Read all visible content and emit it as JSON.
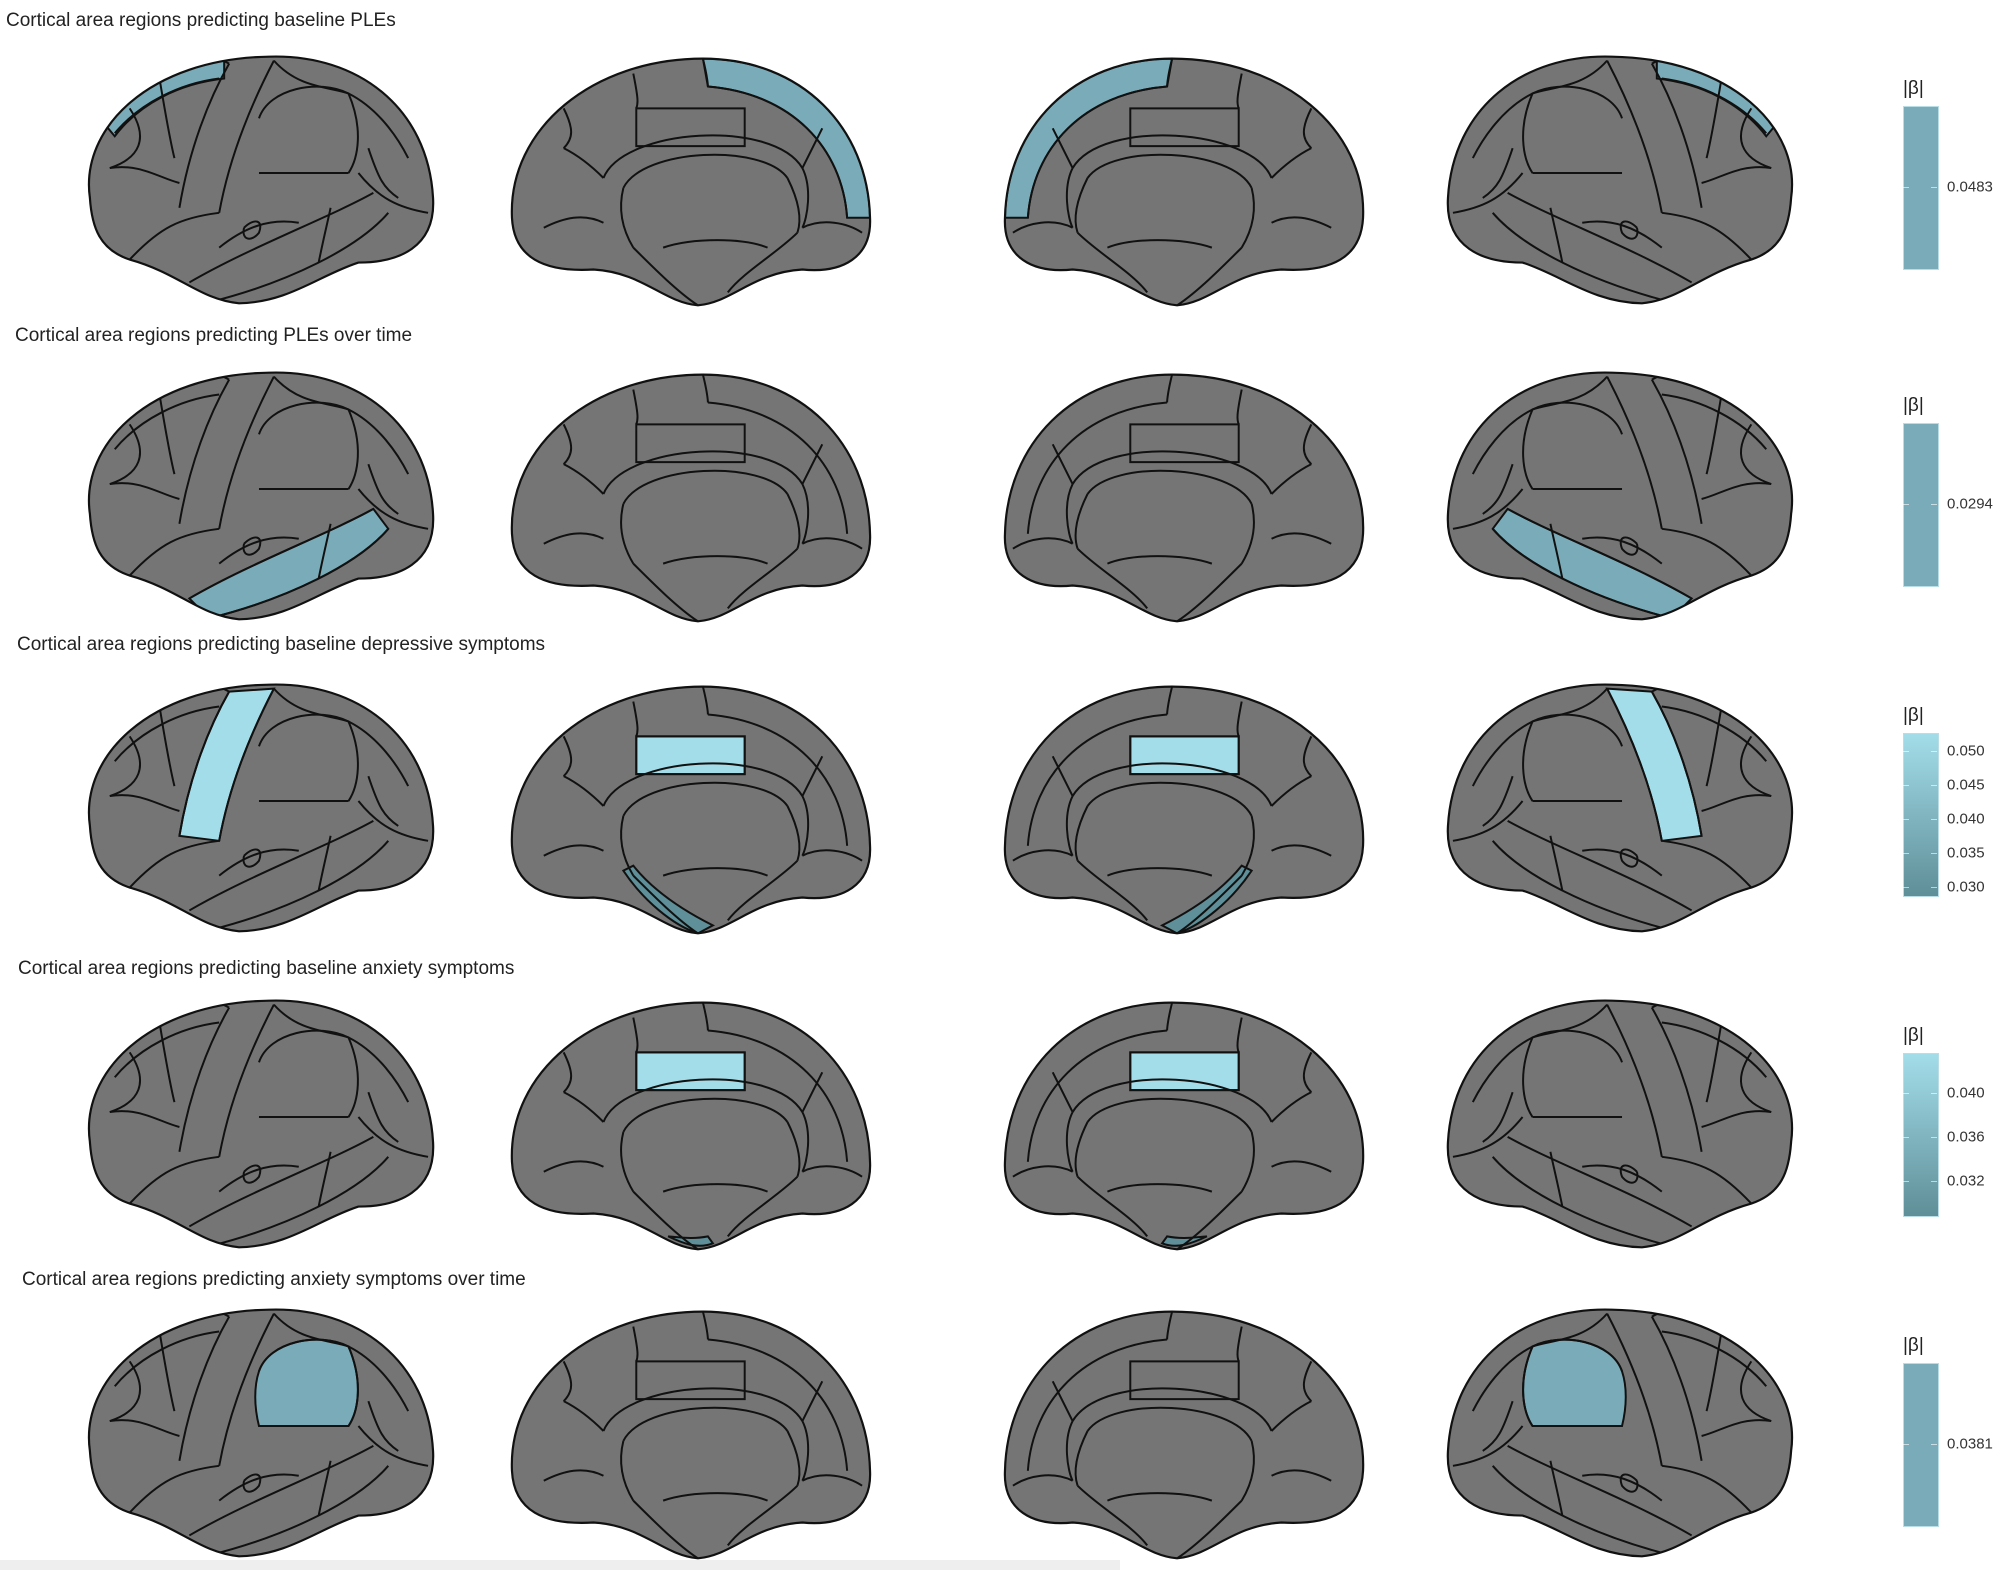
{
  "colors": {
    "cortex": "#757575",
    "outline": "#111111",
    "beta_high": "#a3dde9",
    "beta_mid": "#7aabb8",
    "beta_low": "#5f8f98"
  },
  "panels": [
    {
      "title": "Cortical area regions predicting baseline PLEs",
      "legend": {
        "title": "|β|",
        "ticks": [
          "0.0483"
        ],
        "gradient": false
      },
      "highlights": {
        "lateral": [
          [
            "superior-frontal",
            "beta_mid"
          ]
        ],
        "medial": [
          [
            "superior-frontal-medial",
            "beta_mid"
          ]
        ]
      }
    },
    {
      "title": "Cortical area regions predicting PLEs over time",
      "legend": {
        "title": "|β|",
        "ticks": [
          "0.0294"
        ],
        "gradient": false
      },
      "highlights": {
        "lateral": [
          [
            "superior-temporal",
            "beta_mid"
          ]
        ],
        "medial": []
      }
    },
    {
      "title": "Cortical area regions predicting baseline depressive symptoms",
      "legend": {
        "title": "|β|",
        "ticks": [
          "0.050",
          "0.045",
          "0.040",
          "0.035",
          "0.030"
        ],
        "gradient": true
      },
      "highlights": {
        "lateral": [
          [
            "precentral",
            "beta_high"
          ]
        ],
        "medial": [
          [
            "paracentral",
            "beta_high"
          ],
          [
            "parahippocampal",
            "beta_low"
          ]
        ]
      }
    },
    {
      "title": "Cortical area regions predicting baseline anxiety symptoms",
      "legend": {
        "title": "|β|",
        "ticks": [
          "0.040",
          "0.036",
          "0.032"
        ],
        "gradient": true
      },
      "highlights": {
        "lateral": [],
        "medial": [
          [
            "paracentral",
            "beta_high"
          ],
          [
            "entorhinal",
            "beta_low"
          ]
        ]
      }
    },
    {
      "title": "Cortical area regions predicting anxiety symptoms over time",
      "legend": {
        "title": "|β|",
        "ticks": [
          "0.0381"
        ],
        "gradient": false
      },
      "highlights": {
        "lateral": [
          [
            "supramarginal",
            "beta_mid"
          ]
        ],
        "medial": []
      }
    }
  ]
}
